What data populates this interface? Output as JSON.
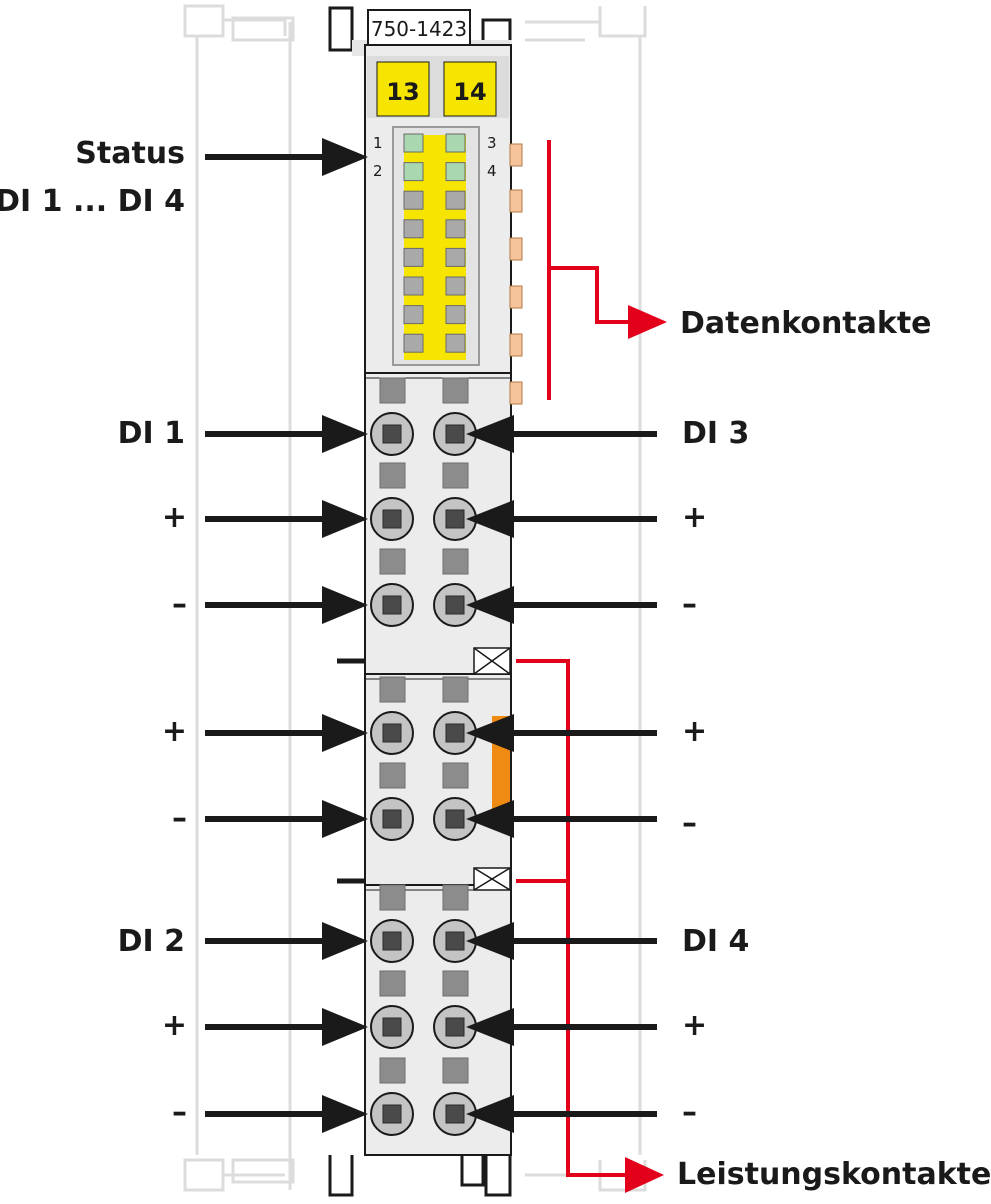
{
  "module": {
    "part_number": "750-1423",
    "marker_left": "13",
    "marker_right": "14",
    "led_numbers": [
      "1",
      "2",
      "3",
      "4"
    ]
  },
  "labels": {
    "status_line1": "Status",
    "status_line2": "DI 1 ... DI 4",
    "data_contacts": "Datenkontakte",
    "power_contacts": "Leistungskontakte",
    "di1": "DI 1",
    "di2": "DI 2",
    "di3": "DI 3",
    "di4": "DI 4",
    "plus": "+",
    "minus": "–"
  },
  "colors": {
    "marker_yellow": "#f5e500",
    "led_green": "#a9d7b0",
    "contact_orange": "#f6c49a",
    "jumper_orange": "#ef8a12",
    "arrow_red": "#e3001b",
    "arrow_black": "#1a1a1a",
    "housing_gray": "#ececec"
  }
}
